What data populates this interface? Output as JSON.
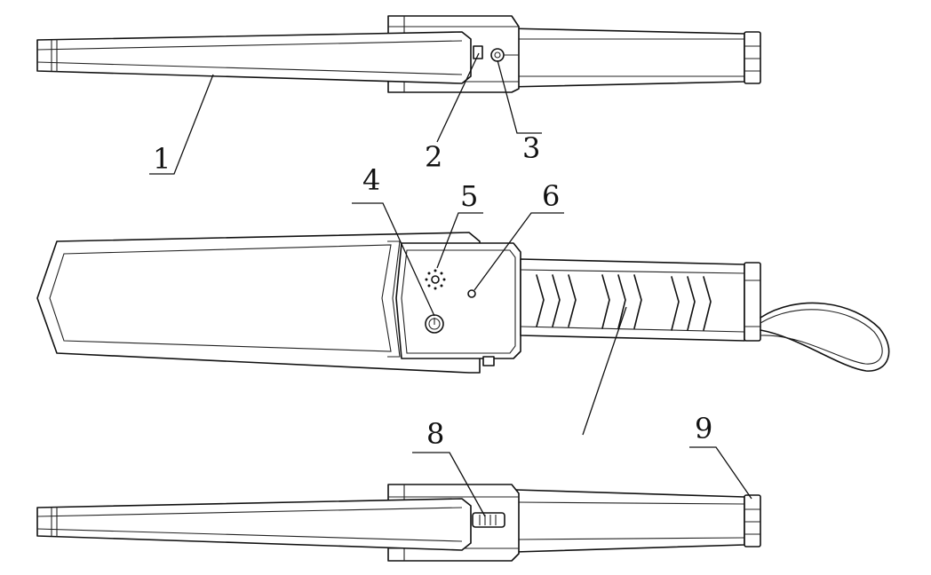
{
  "callouts": [
    {
      "id": "1",
      "label": "1"
    },
    {
      "id": "2",
      "label": "2"
    },
    {
      "id": "3",
      "label": "3"
    },
    {
      "id": "4",
      "label": "4"
    },
    {
      "id": "5",
      "label": "5"
    },
    {
      "id": "6",
      "label": "6"
    },
    {
      "id": "8",
      "label": "8"
    },
    {
      "id": "9",
      "label": "9"
    }
  ],
  "colors": {
    "line": "#111111",
    "background": "#ffffff"
  }
}
